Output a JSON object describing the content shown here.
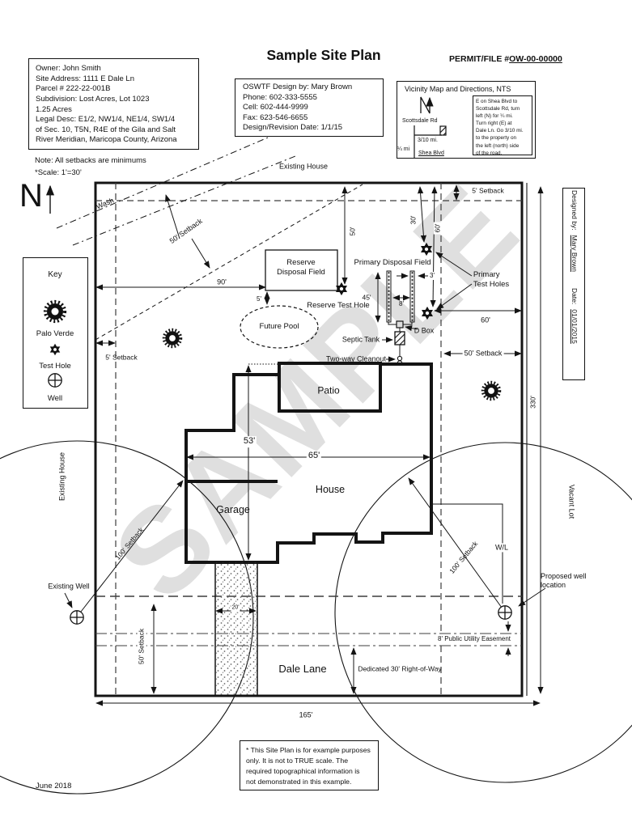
{
  "header": {
    "title": "Sample Site Plan",
    "permit_prefix": "PERMIT/FILE #",
    "permit_number": "OW-00-00000"
  },
  "owner_box": {
    "lines": [
      "Owner: John Smith",
      "Site Address: 1111 E Dale Ln",
      "Parcel # 222-22-001B",
      "Subdivision: Lost Acres, Lot 1023",
      "1.25 Acres",
      "Legal Desc: E1/2, NW1/4, NE1/4, SW1/4",
      "of Sec. 10, T5N, R4E of the Gila and Salt",
      "River Meridian, Maricopa County, Arizona"
    ]
  },
  "notes": {
    "lines": [
      "Note: All setbacks are minimums",
      "*Scale: 1'=30'"
    ]
  },
  "oswtf_box": {
    "lines": [
      "OSWTF Design by: Mary Brown",
      "Phone:  602-333-5555",
      "Cell:      602-444-9999",
      "Fax:      623-546-6655",
      "Design/Revision Date: 1/1/15"
    ]
  },
  "vicinity": {
    "title": "Vicinity Map and Directions, NTS",
    "scottsdale_rd": "Scottsdale Rd",
    "dist_3_10": "3/10 mi.",
    "dist_quarter": "¼ mi",
    "shea_blvd": "Shea Blvd",
    "directions": [
      "E on Shea Blvd to",
      "Scottsdale Rd, turn",
      "left (N) for ¼ mi.",
      "Turn right (E) at",
      "Dale Ln. Go 3/10 mi.",
      "to the property on",
      "the left (north) side",
      "of the road."
    ]
  },
  "north": {
    "letter": "N"
  },
  "key_box": {
    "title": "Key",
    "palo_verde": "Palo Verde",
    "test_hole": "Test Hole",
    "well": "Well"
  },
  "plan": {
    "existing_house_top": "Existing House",
    "wash": "Wash",
    "setback_50_diag": "50' Setback",
    "setback_5_top": "5' Setback",
    "dim_90": "90'",
    "reserve_field": [
      "Reserve",
      "Disposal Field"
    ],
    "dim_5": "5'",
    "dim_50v": "50'",
    "reserve_test_hole": "Reserve Test Hole",
    "future_pool": "Future Pool",
    "primary_field": "Primary Disposal Field",
    "dim_45": "45'",
    "dim_8": "8'",
    "dim_3": "3'",
    "dim_30": "30'",
    "dim_60v": "60'",
    "primary_test_holes": [
      "Primary",
      "Test Holes"
    ],
    "dim_60h": "60'",
    "d_box": "D Box",
    "septic_tank": "Septic Tank",
    "two_way_cleanout": "Two-way Cleanout",
    "setback_50_right": "50' Setback",
    "setback_5_left": "5' Setback",
    "patio": "Patio",
    "house": "House",
    "garage": "Garage",
    "dim_53": "53'",
    "dim_65": "65'",
    "dim_20": "20'",
    "setback_100_left": "100' Setback",
    "setback_100_right": "100' Setback",
    "wl": "W/L",
    "existing_house_left": "Existing House",
    "existing_well": "Existing Well",
    "setback_50_bottom": "50' Setback",
    "easement": "8' Public Utility Easement",
    "dale_lane": "Dale Lane",
    "right_of_way": "Dedicated 30' Right-of-Way",
    "vacant_lot": "Vacant Lot",
    "proposed_well": [
      "Proposed well",
      "location"
    ],
    "dim_330": "330'",
    "dim_165": "165'"
  },
  "designed_by": {
    "label": "Designed by:",
    "name": "Mary Brown",
    "date_label": "Date:",
    "date": "01/01/2015"
  },
  "footer": {
    "date": "June 2018",
    "disclaimer": [
      "* This Site Plan is for example purposes",
      "only. It is not to TRUE scale. The",
      "required topographical information is",
      "not demonstrated in this example."
    ]
  },
  "watermark": "SAMPLE"
}
